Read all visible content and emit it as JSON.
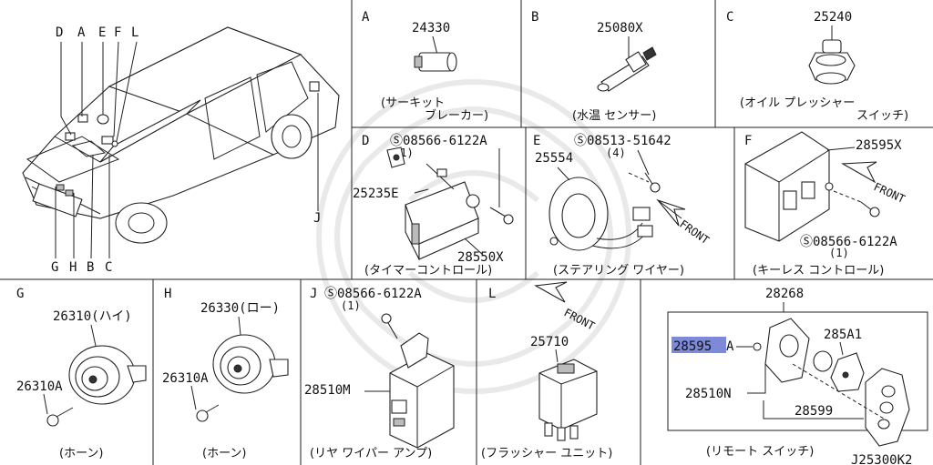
{
  "diagram": {
    "doc_code": "J25300K2",
    "overview": {
      "top_letters": [
        "D",
        "A",
        "E",
        "F",
        "L"
      ],
      "bottom_letters": [
        "G",
        "H",
        "B",
        "C"
      ],
      "side_letter": "J"
    },
    "panels": {
      "a": {
        "letter": "A",
        "part_no": "24330",
        "caption_1": "(サーキット",
        "caption_2": "ブレーカー)"
      },
      "b": {
        "letter": "B",
        "part_no": "25080X",
        "caption": "(水温 センサー)"
      },
      "c": {
        "letter": "C",
        "part_no": "25240",
        "caption_1": "(オイル プレッシャー",
        "caption_2": "スイッチ)"
      },
      "d": {
        "letter": "D",
        "bolt": "Ⓢ08566-6122A",
        "bolt_qty": "(1)",
        "part_1": "25235E",
        "part_2": "28550X",
        "caption": "(タイマーコントロール)"
      },
      "e": {
        "letter": "E",
        "bolt": "Ⓢ08513-51642",
        "bolt_qty": "(4)",
        "part_no": "25554",
        "front": "FRONT",
        "caption": "(ステアリング ワイヤー)"
      },
      "f": {
        "letter": "F",
        "part_no": "28595X",
        "front": "FRONT",
        "bolt": "Ⓢ08566-6122A",
        "bolt_qty": "(1)",
        "caption": "(キーレス コントロール)"
      },
      "g": {
        "letter": "G",
        "part_1": "26310(ハイ)",
        "part_2": "26310A",
        "caption": "(ホーン)"
      },
      "h": {
        "letter": "H",
        "part_1": "26330(ロー)",
        "part_2": "26310A",
        "caption": "(ホーン)"
      },
      "j": {
        "letter": "J",
        "bolt": "Ⓢ08566-6122A",
        "bolt_qty": "(1)",
        "part_no": "28510M",
        "caption": "(リヤ ワイパー アンプ)"
      },
      "l": {
        "letter": "L",
        "front": "FRONT",
        "part_no": "25710",
        "caption": "(フラッシャー ユニット)"
      },
      "k": {
        "part_top": "28268",
        "part_hl": "28595",
        "part_hl_suffix": "A",
        "part_2": "285A1",
        "part_3": "28510N",
        "part_4": "28599",
        "caption": "(リモート スイッチ)"
      }
    }
  }
}
